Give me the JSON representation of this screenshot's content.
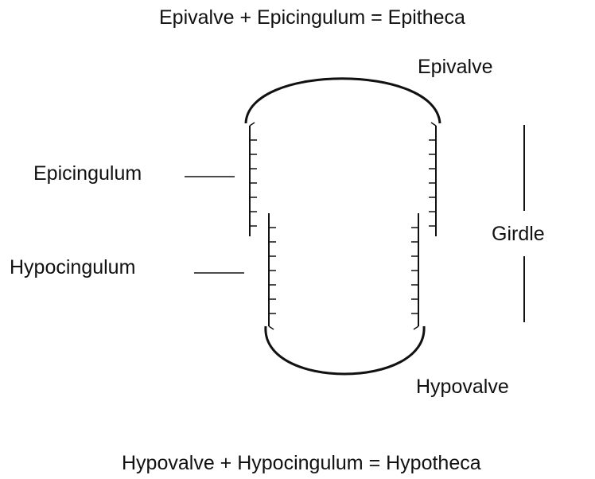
{
  "equations": {
    "epitheca": "Epivalve + Epicingulum = Epitheca",
    "hypotheca": "Hypovalve + Hypocingulum = Hypotheca"
  },
  "labels": {
    "epivalve": "Epivalve",
    "hypovalve": "Hypovalve",
    "epicingulum": "Epicingulum",
    "hypocingulum": "Hypocingulum",
    "girdle": "Girdle"
  },
  "colors": {
    "stroke": "#111111",
    "background": "#ffffff"
  }
}
